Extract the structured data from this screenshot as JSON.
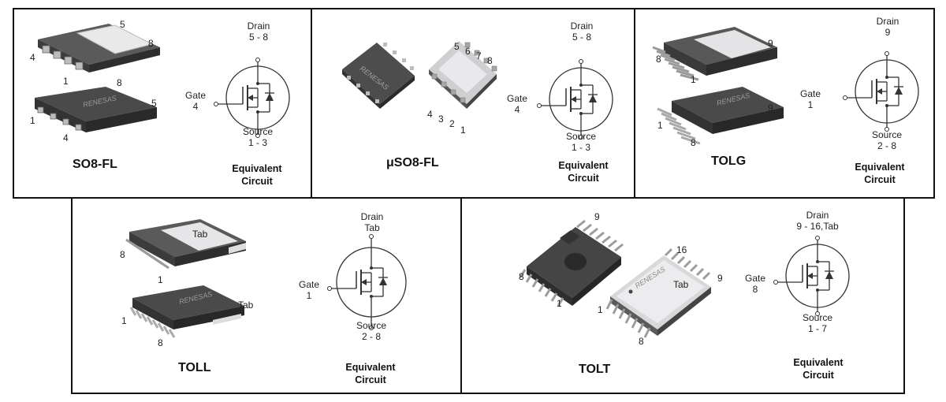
{
  "packages": [
    {
      "name": "SO8-FL",
      "eq1": "Equivalent",
      "eq2": "Circuit",
      "drain": "Drain",
      "drain_pins": "5 - 8",
      "gate": "Gate",
      "gate_pins": "4",
      "source": "Source",
      "source_pins": "1 - 3",
      "top_pins": [
        "5",
        "8",
        "4",
        "1"
      ],
      "bottom_pins": [
        "8",
        "5",
        "1",
        "4"
      ]
    },
    {
      "name": "μSO8-FL",
      "eq1": "Equivalent",
      "eq2": "Circuit",
      "drain": "Drain",
      "drain_pins": "5 - 8",
      "gate": "Gate",
      "gate_pins": "4",
      "source": "Source",
      "source_pins": "1 - 3",
      "right_top_pins": [
        "5",
        "6",
        "7",
        "8"
      ],
      "right_bottom_pins": [
        "4",
        "3",
        "2",
        "1"
      ]
    },
    {
      "name": "TOLG",
      "eq1": "Equivalent",
      "eq2": "Circuit",
      "drain": "Drain",
      "drain_pins": "9",
      "gate": "Gate",
      "gate_pins": "1",
      "source": "Source",
      "source_pins": "2 - 8",
      "top_pins": [
        "9",
        "8",
        "1"
      ],
      "bottom_pins": [
        "9",
        "1",
        "8"
      ]
    },
    {
      "name": "TOLL",
      "eq1": "Equivalent",
      "eq2": "Circuit",
      "drain": "Drain",
      "drain_pins": "Tab",
      "gate": "Gate",
      "gate_pins": "1",
      "source": "Source",
      "source_pins": "2 - 8",
      "top_pins": [
        "Tab",
        "8",
        "1"
      ],
      "bottom_pins": [
        "Tab",
        "1",
        "8"
      ]
    },
    {
      "name": "TOLT",
      "eq1": "Equivalent",
      "eq2": "Circuit",
      "drain": "Drain",
      "drain_pins": "9 - 16,Tab",
      "gate": "Gate",
      "gate_pins": "8",
      "source": "Source",
      "source_pins": "1 - 7",
      "left_pins": [
        "9",
        "8",
        "1"
      ],
      "right_pins": [
        "16",
        "9",
        "Tab",
        "1",
        "8"
      ]
    }
  ],
  "brand": "RENESAS"
}
